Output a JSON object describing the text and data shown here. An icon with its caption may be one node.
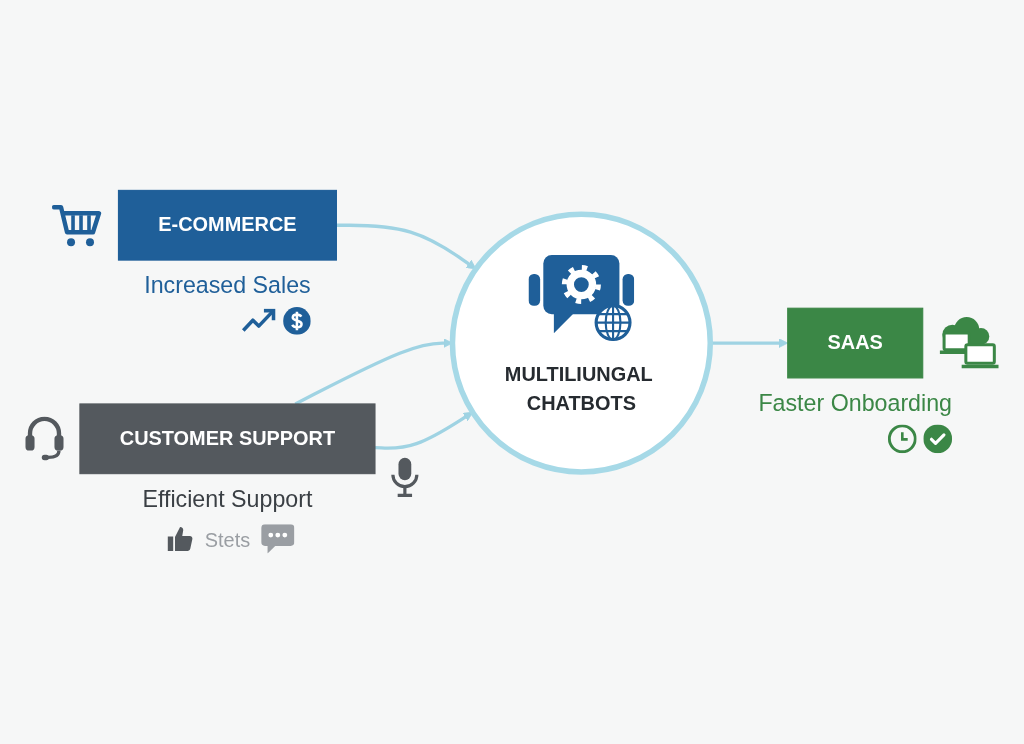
{
  "diagram": {
    "nodes": [
      {
        "text": [
          "E-COMMERCE"
        ],
        "beside": [
          "Increased Sales"
        ]
      },
      {
        "text": [
          "SAAS"
        ],
        "beside": [
          "Faster Onboarding"
        ]
      },
      {
        "text": [
          "MULTILIUNGAL CHATBOTS"
        ]
      },
      {
        "text": [
          "CUSTOMER SUPPORT"
        ],
        "beside": [
          "Efficient Support",
          "Stets"
        ]
      }
    ],
    "edges": [
      {
        "from": 0,
        "to": 2,
        "arrow": "to"
      },
      {
        "from": 2,
        "to": 1,
        "arrow": "to"
      },
      {
        "from": 3,
        "to": 2,
        "arrow": "to"
      },
      {
        "from": 3,
        "to": 2,
        "arrow": "to"
      }
    ]
  }
}
